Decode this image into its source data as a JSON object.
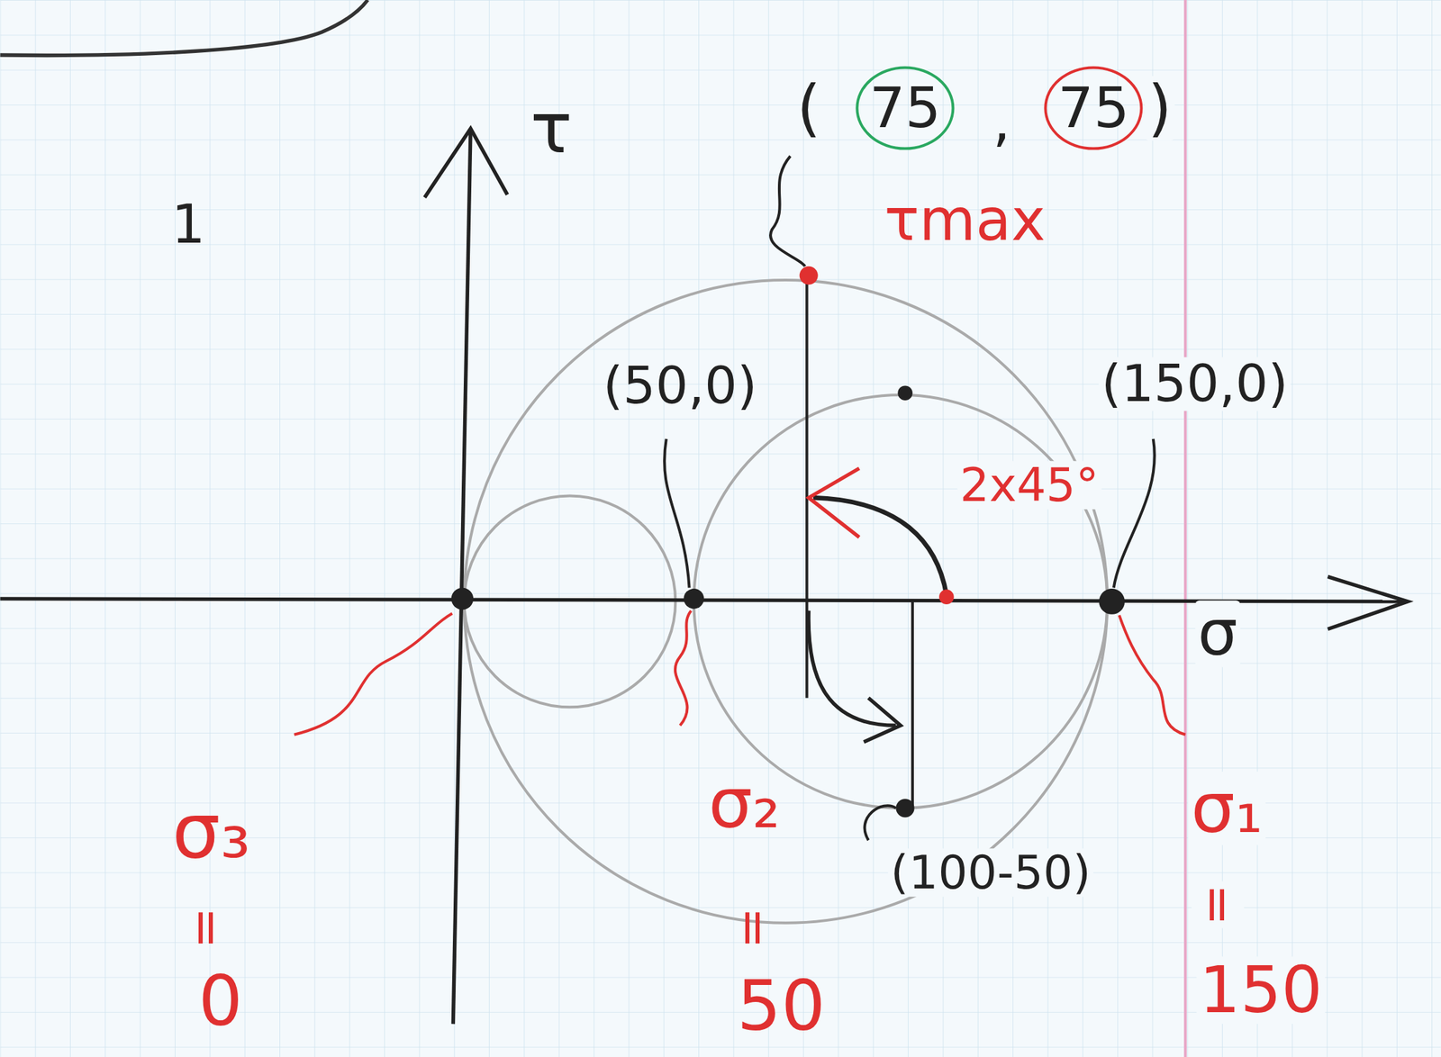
{
  "diagram": {
    "labels": [
      "1",
      "τ",
      "(",
      "75",
      ",",
      "75",
      ")",
      "τmax",
      "(50,0)",
      "(150,0)",
      "2x45°",
      "σ",
      "(100-50)",
      "σ₃",
      "=",
      "0",
      "σ₂",
      "=",
      "50",
      "σ₁",
      "=",
      "150"
    ]
  }
}
